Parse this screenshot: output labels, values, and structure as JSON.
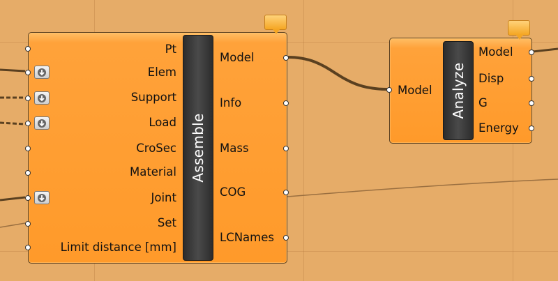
{
  "assemble": {
    "title": "Assemble",
    "inputs": [
      {
        "label": "Pt",
        "has_flatten_icon": false
      },
      {
        "label": "Elem",
        "has_flatten_icon": true
      },
      {
        "label": "Support",
        "has_flatten_icon": true
      },
      {
        "label": "Load",
        "has_flatten_icon": true
      },
      {
        "label": "CroSec",
        "has_flatten_icon": false
      },
      {
        "label": "Material",
        "has_flatten_icon": false
      },
      {
        "label": "Joint",
        "has_flatten_icon": true
      },
      {
        "label": "Set",
        "has_flatten_icon": false
      },
      {
        "label": "Limit distance [mm]",
        "has_flatten_icon": false
      }
    ],
    "outputs": [
      "Model",
      "Info",
      "Mass",
      "COG",
      "LCNames"
    ]
  },
  "analyze": {
    "title": "Analyze",
    "inputs": [
      "Model"
    ],
    "outputs": [
      "Model",
      "Disp",
      "G",
      "Energy"
    ]
  },
  "colors": {
    "canvas": "#e6ac68",
    "component_body": "#ff9a2a",
    "title_bar": "#2c2c2c",
    "wire": "#5a4020"
  },
  "icons": {
    "flatten": "down-arrow-icon",
    "message": "speech-bubble-icon"
  }
}
